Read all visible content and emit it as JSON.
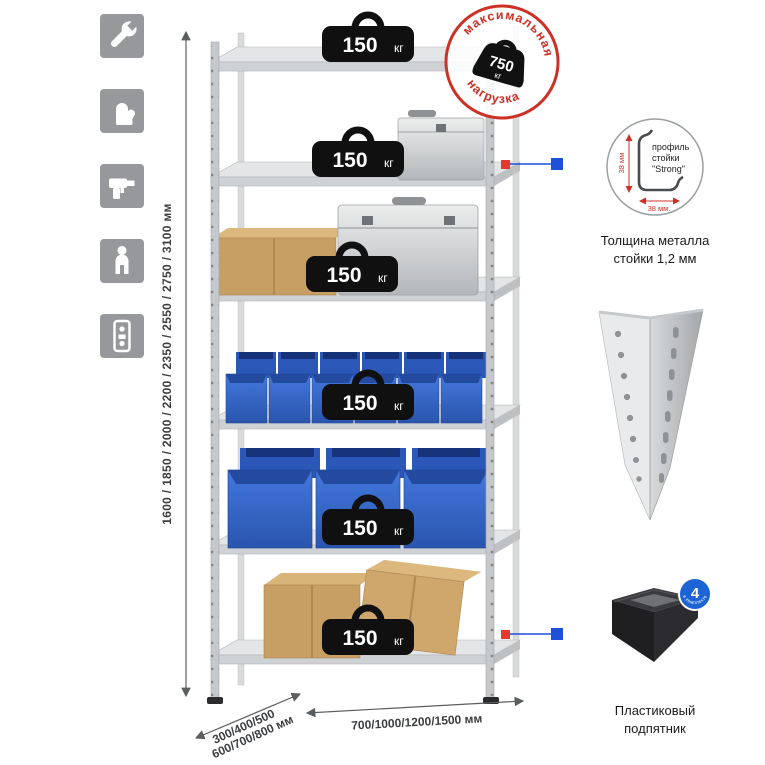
{
  "colors": {
    "accent_red": "#cc3126",
    "accent_blue": "#1d4fd7",
    "bin_blue": "#3b6fd6",
    "icon_gray": "#96989b",
    "badge_black": "#101010"
  },
  "left_icons": [
    {
      "name": "wrench-icon"
    },
    {
      "name": "gloves-icon"
    },
    {
      "name": "drill-icon"
    },
    {
      "name": "person-icon"
    },
    {
      "name": "level-icon"
    }
  ],
  "dimensions": {
    "height": "1600 / 1850 / 2000 / 2200 / 2350 / 2550 / 2750 / 3100 мм",
    "depth_line1": "300/400/500",
    "depth_line2": "600/700/800 мм",
    "width": "700/1000/1200/1500 мм"
  },
  "rack": {
    "shelves": 6,
    "load_value": "150",
    "load_unit": "кг"
  },
  "stamp": {
    "arc_top": "максимальная",
    "arc_bottom": "нагрузка",
    "value": "750",
    "unit": "кг"
  },
  "profile": {
    "line1": "профиль",
    "line2": "стойки",
    "line3": "\"Strong\"",
    "dim_v": "38 мм",
    "dim_h": "38 мм.",
    "caption1": "Толщина металла",
    "caption2": "стойки 1,2 мм"
  },
  "foot": {
    "badge_value": "4",
    "badge_text": "в комплекте",
    "caption1": "Пластиковый",
    "caption2": "подпятник"
  }
}
